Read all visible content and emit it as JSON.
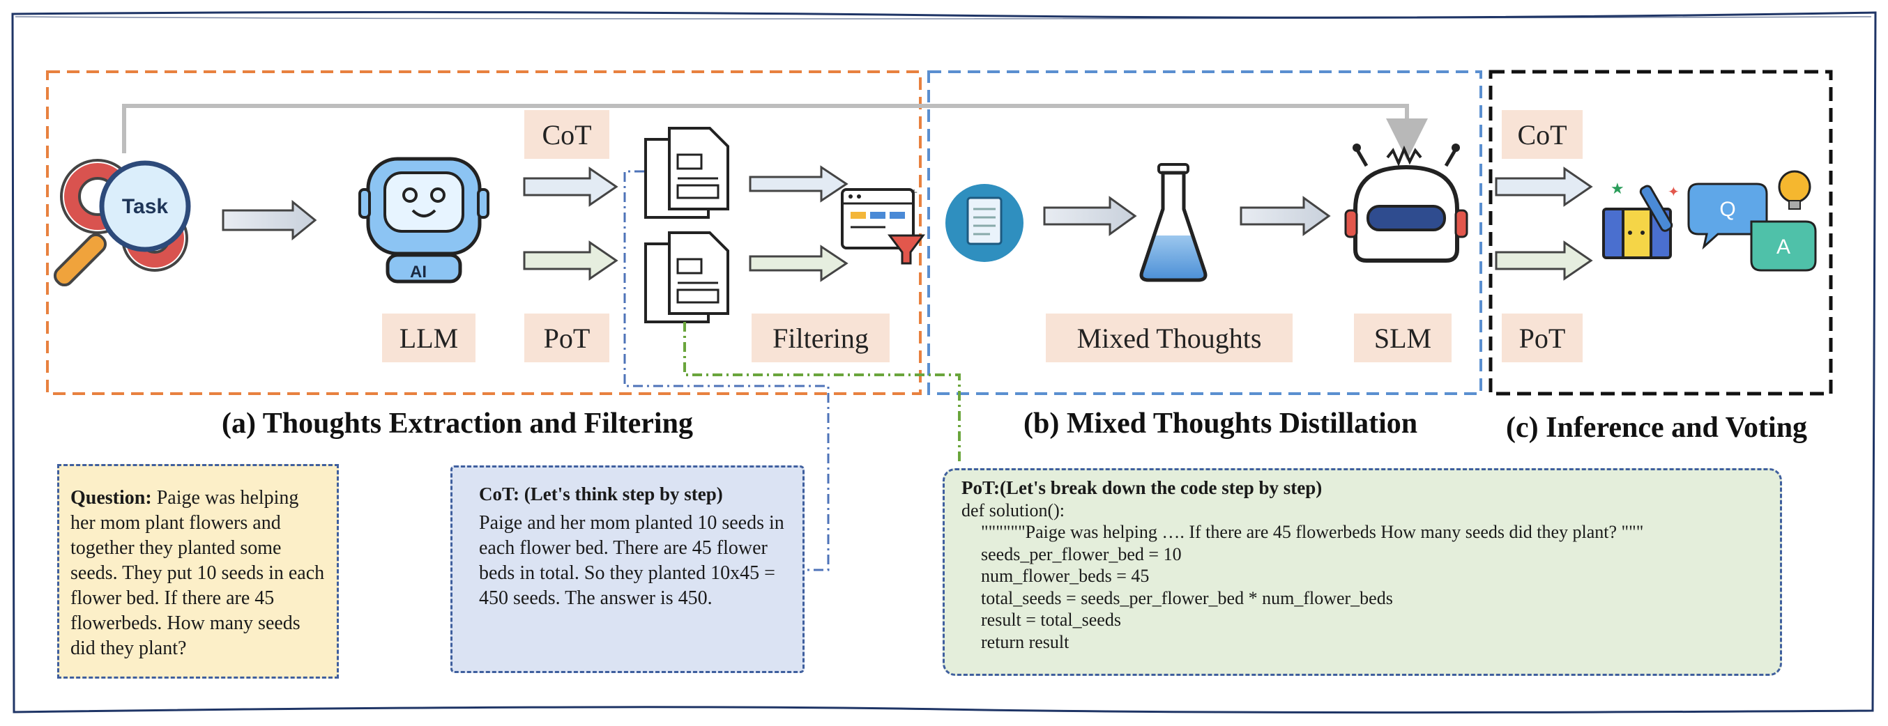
{
  "labels": {
    "cot_a": "CoT",
    "pot_a": "PoT",
    "llm": "LLM",
    "filtering": "Filtering",
    "mixed_thoughts": "Mixed Thoughts",
    "slm": "SLM",
    "cot_c": "CoT",
    "pot_c": "PoT"
  },
  "icons": {
    "task_text": "Task",
    "ai_text": "AI",
    "q_text": "Q",
    "a_text": "A"
  },
  "sections": {
    "a": "(a) Thoughts Extraction and Filtering",
    "b": "(b) Mixed Thoughts Distillation",
    "c": "(c) Inference and Voting"
  },
  "question_card": {
    "title": "Question:",
    "text": "Paige was helping her mom plant flowers and together they planted some seeds. They  put 10 seeds in each flower bed. If there are 45 flowerbeds. How many seeds did they plant?"
  },
  "cot_card": {
    "title": "CoT: (Let's think step by step)",
    "text": "Paige and her mom planted 10 seeds in each flower bed. There are 45 flower beds in total. So they planted 10x45 = 450 seeds. The answer is 450."
  },
  "pot_card": {
    "title": "PoT:(Let's break down the code step by step)",
    "lines": [
      "def solution():",
      "    \"\"\"\"\"\"Paige was helping …. If there are 45 flowerbeds How many seeds did they plant? \"\"\"",
      "    seeds_per_flower_bed = 10",
      "    num_flower_beds = 45",
      "    total_seeds = seeds_per_flower_bed * num_flower_beds",
      "    result = total_seeds",
      "    return result"
    ]
  },
  "colors": {
    "orange_dash": "#e8813f",
    "blue_dash": "#5a8fd0",
    "black_dash": "#111111",
    "label_bg": "#f8e3d6",
    "question_bg": "#fcefc8",
    "cot_bg": "#dbe3f3",
    "pot_bg": "#e4eedb",
    "arrow_blue": "#e3ebf4",
    "arrow_green": "#e6eedf"
  }
}
